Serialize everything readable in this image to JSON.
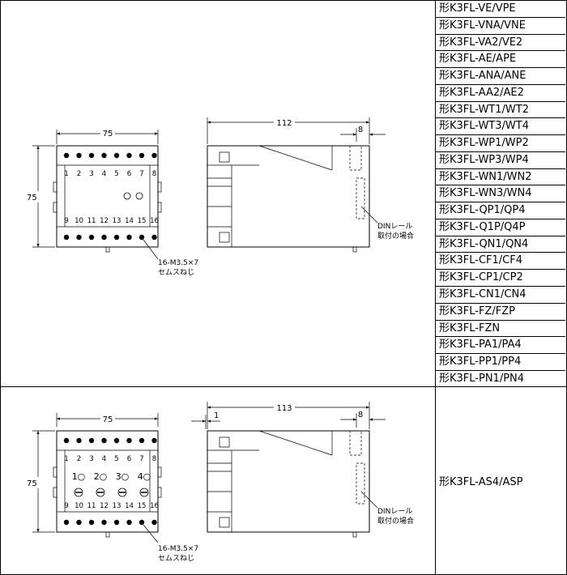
{
  "models_top": [
    "形K3FL-VE/VPE",
    "形K3FL-VNA/VNE",
    "形K3FL-VA2/VE2",
    "形K3FL-AE/APE",
    "形K3FL-ANA/ANE",
    "形K3FL-AA2/AE2",
    "形K3FL-WT1/WT2",
    "形K3FL-WT3/WT4",
    "形K3FL-WP1/WP2",
    "形K3FL-WP3/WP4",
    "形K3FL-WN1/WN2",
    "形K3FL-WN3/WN4",
    "形K3FL-QP1/QP4",
    "形K3FL-Q1P/Q4P",
    "形K3FL-QN1/QN4",
    "形K3FL-CF1/CF4",
    "形K3FL-CP1/CP2",
    "形K3FL-CN1/CN4",
    "形K3FL-FZ/FZP",
    "形K3FL-FZN",
    "形K3FL-PA1/PA4",
    "形K3FL-PP1/PP4",
    "形K3FL-PN1/PN4"
  ],
  "model_bottom": "形K3FL-AS4/ASP",
  "top_diagram": {
    "front_width": "75",
    "front_height": "75",
    "terminals_top": [
      "1",
      "2",
      "3",
      "4",
      "5",
      "6",
      "7",
      "8"
    ],
    "terminals_bottom": [
      "9",
      "10",
      "11",
      "12",
      "13",
      "14",
      "15",
      "16"
    ],
    "screw_line1": "16-M3.5×7",
    "screw_line2": "セムスねじ",
    "side_depth": "112",
    "rail_offset": "8",
    "din_line1": "DINレール",
    "din_line2": "取付の場合"
  },
  "bottom_diagram": {
    "front_width": "75",
    "front_height": "75",
    "terminals_top": [
      "1",
      "2",
      "3",
      "4",
      "5",
      "6",
      "7",
      "8"
    ],
    "terminals_bottom": [
      "9",
      "10",
      "11",
      "12",
      "13",
      "14",
      "15",
      "16"
    ],
    "adjusters": [
      "1○",
      "2○",
      "3○",
      "4○"
    ],
    "screw_line1": "16-M3.5×7",
    "screw_line2": "セムスねじ",
    "side_depth": "113",
    "side_gap": "1",
    "rail_offset": "8",
    "din_line1": "DINレール",
    "din_line2": "取付の場合"
  }
}
